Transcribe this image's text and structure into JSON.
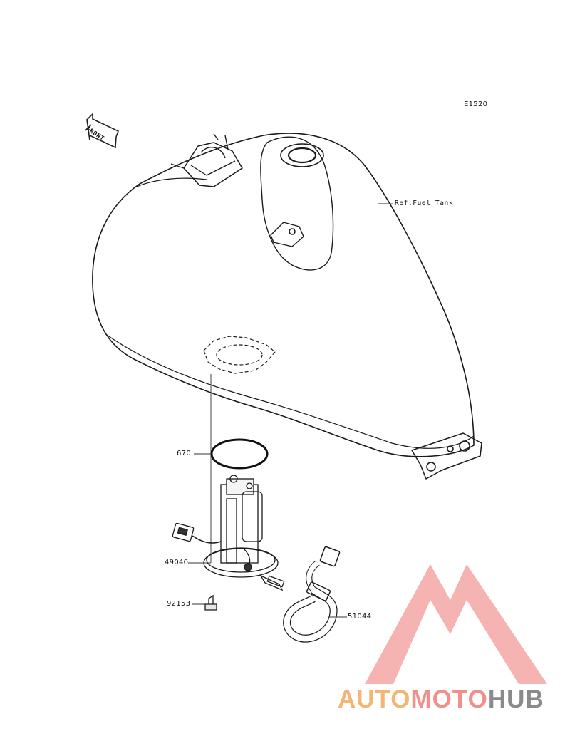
{
  "diagram": {
    "code": "E1520",
    "front_label": "FRONT",
    "ref_label": "Ref.Fuel Tank",
    "parts": [
      {
        "number": "670"
      },
      {
        "number": "49040"
      },
      {
        "number": "92153"
      },
      {
        "number": "51044"
      }
    ]
  },
  "watermark": {
    "part1": "AUTO",
    "part2": "MOTO",
    "part3": "HUB",
    "colors": {
      "auto": "#f4b574",
      "moto": "#f28f8a",
      "hub": "#8a8a8a",
      "logo": "#f29a97"
    }
  }
}
